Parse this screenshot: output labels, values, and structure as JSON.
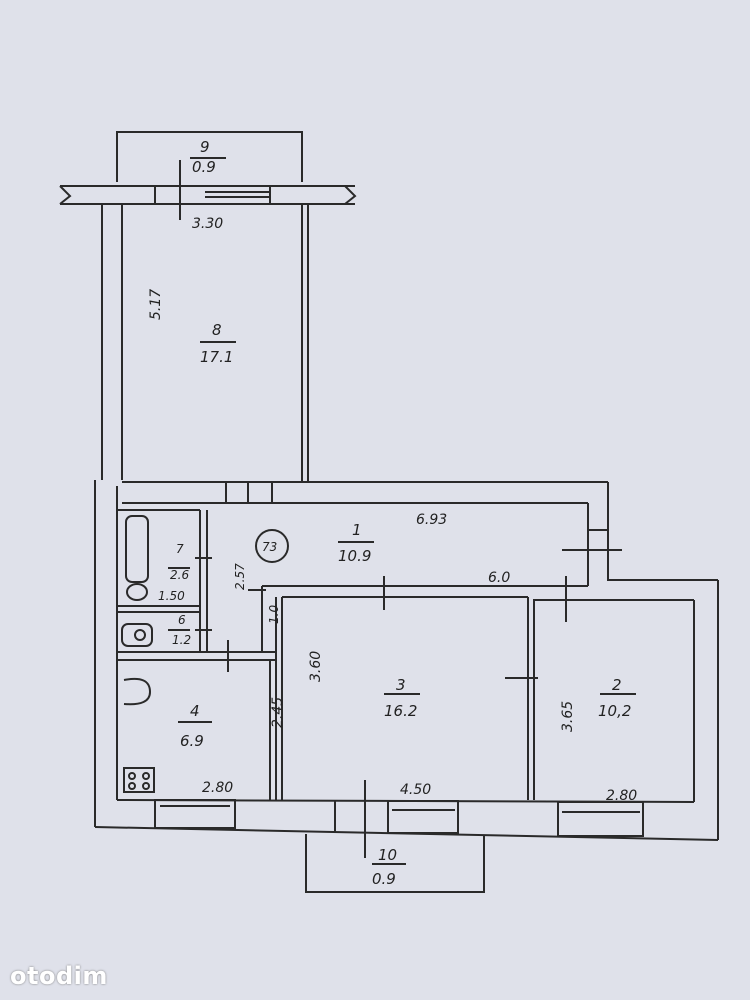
{
  "apartment_number": "73",
  "rooms": {
    "r1": {
      "number": "1",
      "area": "10.9"
    },
    "r2": {
      "number": "2",
      "area": "10,2"
    },
    "r3": {
      "number": "3",
      "area": "16.2"
    },
    "r4": {
      "number": "4",
      "area": "6.9"
    },
    "r6": {
      "number": "6",
      "area": "1.2"
    },
    "r7": {
      "number": "7",
      "area": "2.6"
    },
    "r8": {
      "number": "8",
      "area": "17.1"
    },
    "r9": {
      "number": "9",
      "area": "0.9"
    },
    "r10": {
      "number": "10",
      "area": "0.9"
    }
  },
  "dimensions": {
    "room8_width": "3.30",
    "room8_length": "5.17",
    "corridor_length": "6.93",
    "corridor_lower": "6.0",
    "room7_width": "1.50",
    "room7_height": "2.57",
    "room6_height": "1.0",
    "room4_width": "2.80",
    "room4_height": "2.45",
    "room3_height": "3.60",
    "room3_width": "4.50",
    "room2_height": "3.65",
    "room2_width": "2.80"
  },
  "watermark": "otodim"
}
